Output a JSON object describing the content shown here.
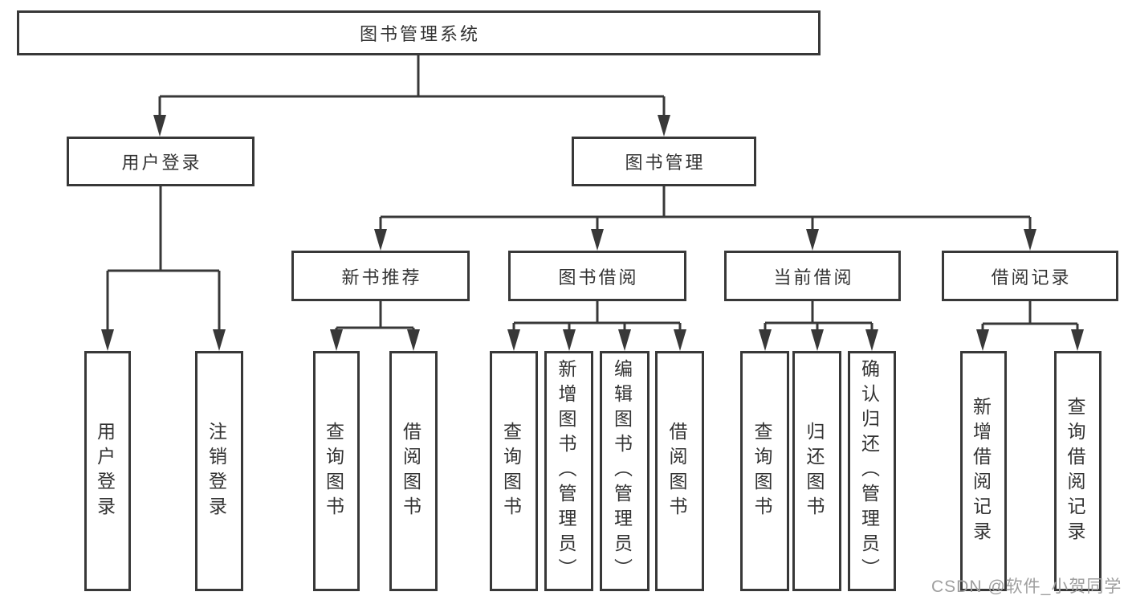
{
  "diagram": {
    "title": "图书管理系统",
    "root": {
      "label": "图书管理系统"
    },
    "branches": [
      {
        "label": "用户登录",
        "children": [
          {
            "label": "用户登录"
          },
          {
            "label": "注销登录"
          }
        ]
      },
      {
        "label": "图书管理",
        "children": [
          {
            "label": "新书推荐",
            "children": [
              {
                "label": "查询图书"
              },
              {
                "label": "借阅图书"
              }
            ]
          },
          {
            "label": "图书借阅",
            "children": [
              {
                "label": "查询图书"
              },
              {
                "label": "新增图书（管理员）"
              },
              {
                "label": "编辑图书（管理员）"
              },
              {
                "label": "借阅图书"
              }
            ]
          },
          {
            "label": "当前借阅",
            "children": [
              {
                "label": "查询图书"
              },
              {
                "label": "归还图书"
              },
              {
                "label": "确认归还（管理员）"
              }
            ]
          },
          {
            "label": "借阅记录",
            "children": [
              {
                "label": "新增借阅记录"
              },
              {
                "label": "查询借阅记录"
              }
            ]
          }
        ]
      }
    ]
  },
  "watermark": {
    "text": "CSDN @软件_小贺同学"
  },
  "colors": {
    "line": "#383838",
    "box_border": "#383838",
    "text": "#333333",
    "watermark": "#9e9e9e",
    "background": "#ffffff"
  }
}
